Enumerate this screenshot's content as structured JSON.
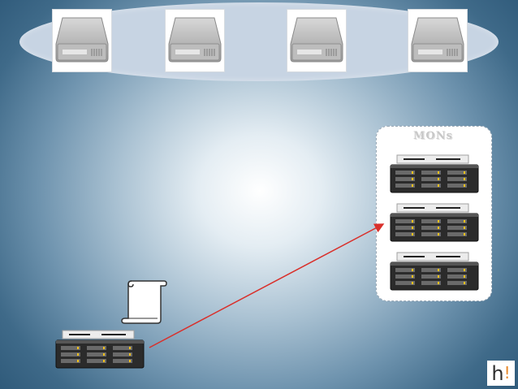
{
  "mons_box": {
    "label": "MONs",
    "server_count": 3
  },
  "disks": {
    "count": 4
  },
  "client": {
    "server_count": 1,
    "document_icon": "scroll-icon"
  },
  "connection": {
    "from": "client-server",
    "to": "mons-box",
    "color": "#d9302b"
  },
  "brand": {
    "letter": "h",
    "mark": "!"
  },
  "colors": {
    "background_edge": "#2f5a7a",
    "background_center": "#ffffff",
    "disk_ellipse": "#c7d4e3",
    "arrow": "#d9302b"
  }
}
